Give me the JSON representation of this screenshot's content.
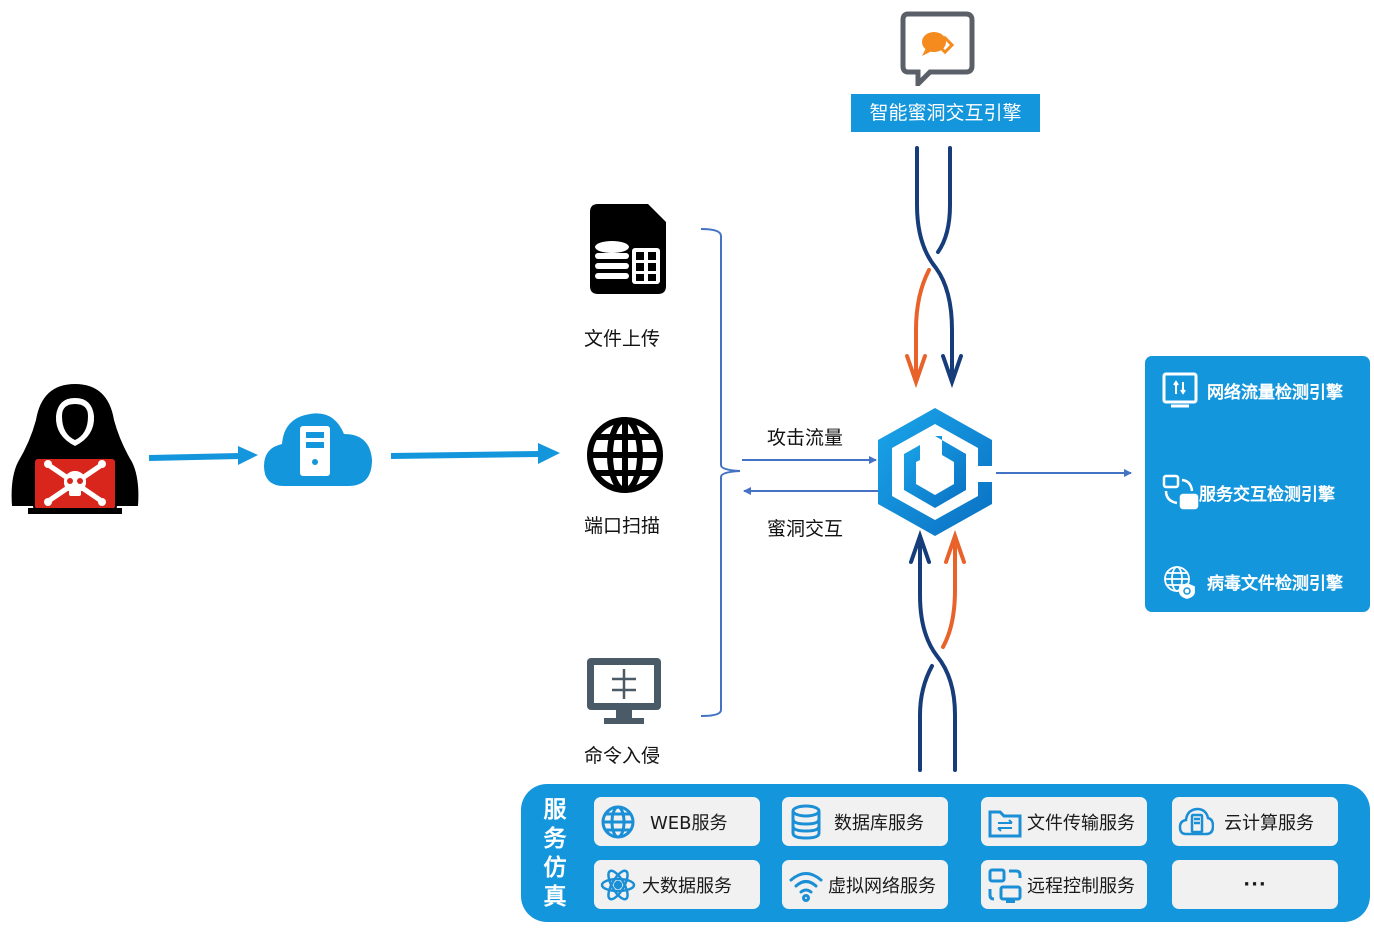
{
  "top_engine": {
    "icon": "chat-bubble-icon",
    "title": "智能蜜洞交互引擎"
  },
  "attacker": {
    "icon": "hacker-icon"
  },
  "relay": {
    "icon": "cloud-server-icon"
  },
  "attack_types": [
    {
      "icon": "file-database-icon",
      "label": "文件上传"
    },
    {
      "icon": "globe-icon",
      "label": "端口扫描"
    },
    {
      "icon": "monitor-icon",
      "label": "命令入侵"
    }
  ],
  "flows": {
    "attack_traffic": "攻击流量",
    "honeypot_interaction": "蜜洞交互"
  },
  "core": {
    "icon": "hexagon-logo-icon"
  },
  "detection_engines": [
    {
      "icon": "network-monitor-icon",
      "label": "网络流量检测引擎"
    },
    {
      "icon": "service-exchange-icon",
      "label": "服务交互检测引擎"
    },
    {
      "icon": "globe-shield-icon",
      "label": "病毒文件检测引擎"
    }
  ],
  "service_simulation": {
    "title": [
      "服",
      "务",
      "仿",
      "真"
    ],
    "services": [
      {
        "icon": "globe-icon",
        "label": "WEB服务"
      },
      {
        "icon": "database-icon",
        "label": "数据库服务"
      },
      {
        "icon": "folder-transfer-icon",
        "label": "文件传输服务"
      },
      {
        "icon": "cloud-server-icon",
        "label": "云计算服务"
      },
      {
        "icon": "atom-icon",
        "label": "大数据服务"
      },
      {
        "icon": "wifi-icon",
        "label": "虚拟网络服务"
      },
      {
        "icon": "remote-control-icon",
        "label": "远程控制服务"
      },
      {
        "icon": "",
        "label": "···"
      }
    ]
  },
  "colors": {
    "brand_blue": "#1496dc",
    "line_blue": "#4472c4",
    "dark_navy": "#163c7a",
    "orange": "#e8622a",
    "hacker_red": "#d9261c"
  }
}
